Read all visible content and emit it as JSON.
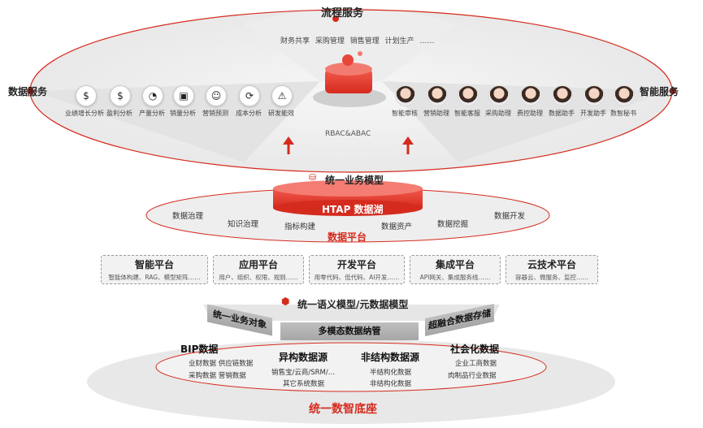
{
  "process": {
    "title": "流程服务",
    "items": "财务共享  采购管理  销售管理  计划生产  ……"
  },
  "data_services": {
    "title": "数据服务",
    "items": [
      {
        "icon": "money-bag-icon",
        "label": "业绩增长分析"
      },
      {
        "icon": "dollar-icon",
        "label": "盈利分析"
      },
      {
        "icon": "chart-icon",
        "label": "产量分析"
      },
      {
        "icon": "presentation-icon",
        "label": "销量分析"
      },
      {
        "icon": "people-icon",
        "label": "营销预测"
      },
      {
        "icon": "refresh-icon",
        "label": "成本分析"
      },
      {
        "icon": "alarm-icon",
        "label": "研发能效"
      }
    ]
  },
  "smart_services": {
    "title": "智能服务",
    "items": [
      "智能审核",
      "营销助理",
      "智能客服",
      "采购助理",
      "费控助理",
      "数据助手",
      "开发助手",
      "数智秘书"
    ]
  },
  "rbac": "RBAC&ABAC",
  "business_model": "统一业务模型",
  "htap": "HTAP 数据湖",
  "ring_items": [
    "数据治理",
    "知识治理",
    "指标构建",
    "数据资产",
    "数据挖掘",
    "数据开发"
  ],
  "data_platform": "数据平台",
  "platforms": [
    {
      "title": "智能平台",
      "sub": "智能体构建、RAG、模型矩阵……"
    },
    {
      "title": "应用平台",
      "sub": "用户、组织、权限、规则……"
    },
    {
      "title": "开发平台",
      "sub": "用零代码、低代码、AI开发……"
    },
    {
      "title": "集成平台",
      "sub": "API网关、集成服务线……"
    },
    {
      "title": "云技术平台",
      "sub": "容器云、微服务、监控……"
    }
  ],
  "semantic": "统一语义模型/元数据模型",
  "bands": [
    "统一业务对象",
    "多模态数据纳管",
    "超融合数据存储"
  ],
  "sources": [
    {
      "title": "BIP数据",
      "lines": [
        "业财数据  供应链数据",
        "采购数据  营销数据"
      ]
    },
    {
      "title": "异构数据源",
      "lines": [
        "销售宝/云商/SRM/…",
        "其它系统数据"
      ]
    },
    {
      "title": "非结构数据源",
      "lines": [
        "半结构化数据",
        "非结构化数据"
      ]
    },
    {
      "title": "社会化数据",
      "lines": [
        "企业工商数据",
        "肉制品行业数据"
      ]
    }
  ],
  "base": "统一数智底座",
  "colors": {
    "accent": "#d52b1e",
    "grey": "#a6a6a6"
  }
}
